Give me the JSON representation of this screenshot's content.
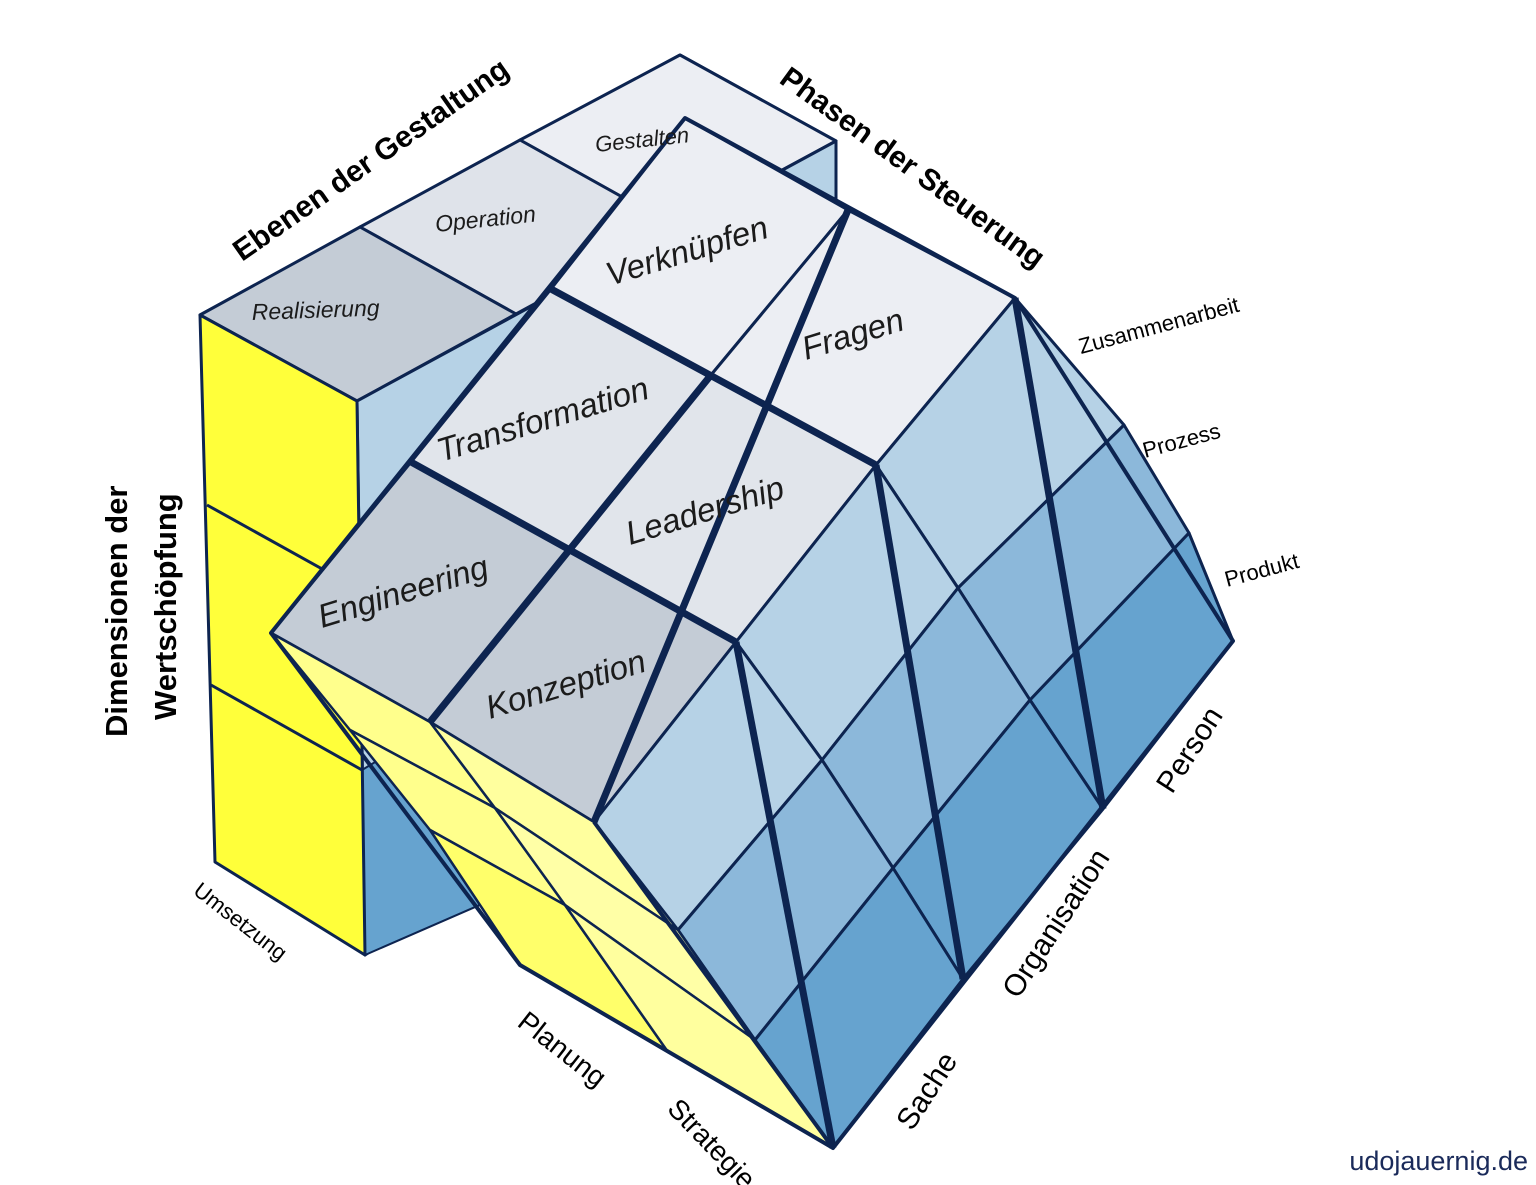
{
  "axis_titles": {
    "ebenen": "Ebenen der Gestaltung",
    "phasen": "Phasen der Steuerung",
    "dimensionen_line1": "Dimensionen der",
    "dimensionen_line2": "Wertschöpfung"
  },
  "back_top_labels": {
    "gestalten": "Gestalten",
    "operation": "Operation",
    "realisierung": "Realisierung"
  },
  "top_face_labels": {
    "verknuepfen": "Verknüpfen",
    "fragen": "Fragen",
    "transformation": "Transformation",
    "leadership": "Leadership",
    "engineering": "Engineering",
    "konzeption": "Konzeption"
  },
  "right_side_labels": {
    "zusammenarbeit": "Zusammenarbeit",
    "prozess": "Prozess",
    "produkt": "Produkt"
  },
  "bottom_right_labels": {
    "person": "Person",
    "organisation": "Organisation",
    "sache": "Sache"
  },
  "bottom_left_labels": {
    "umsetzung": "Umsetzung",
    "planung": "Planung",
    "strategie": "Strategie"
  },
  "credit": "udojauernig.de",
  "colors": {
    "outline": "#0d2450",
    "yellow": "#ffff3a",
    "yellow_light": "#ffff99",
    "top_light": "#e4e8ee",
    "top_gray": "#c3ccd6",
    "blue_1": "#b5d1e6",
    "blue_2": "#8bb7da",
    "blue_3": "#65a2cf"
  }
}
